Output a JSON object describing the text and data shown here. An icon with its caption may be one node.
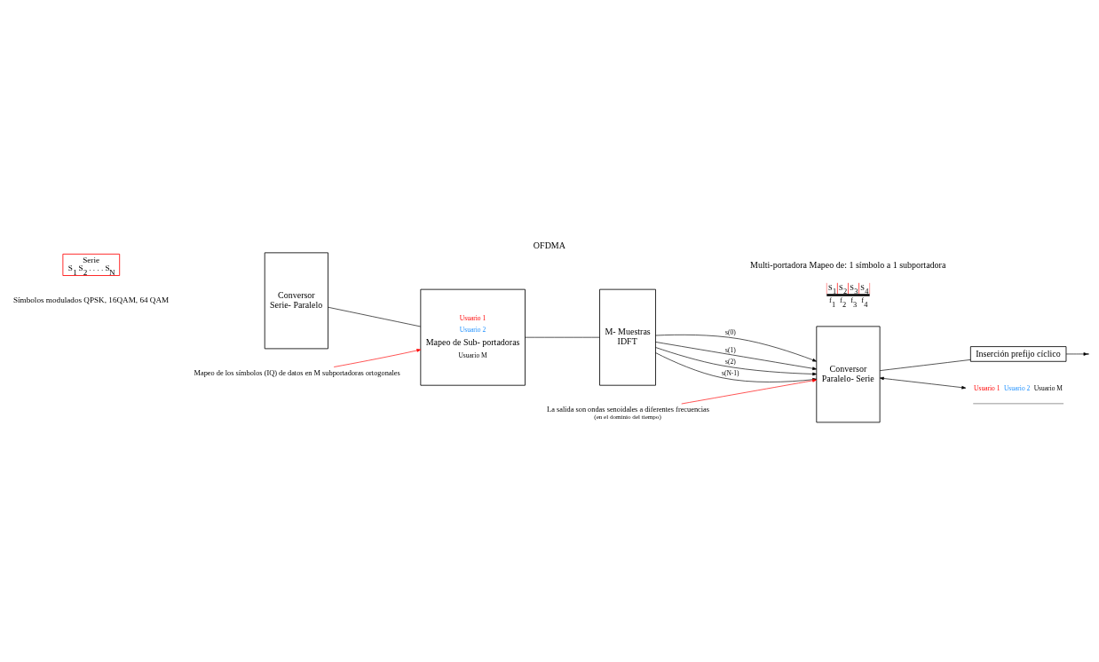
{
  "diagram": {
    "title": "OFDMA",
    "caption": "Multi-portadora Mapeo de: 1 símbolo a 1 subportadora",
    "nodes": [
      {
        "text": [
          "Serie",
          "S$_{1}$ S$_{2}$ . . . . S$_{N}$"
        ]
      },
      {
        "text": [
          "Conversor",
          "Serie- Paralelo"
        ]
      },
      {
        "text": [
          "Usuario 1",
          "Usuario 2",
          "Mapeo de Sub- portadoras",
          "Usuario M"
        ]
      },
      {
        "text": [
          "M- Muestras",
          "IDFT"
        ]
      },
      {
        "text": [
          "Conversor",
          "Paralelo- Serie"
        ]
      },
      {
        "text": [
          "Inserción prefijo cíclico"
        ]
      },
      {
        "text": [
          "Usuario 1",
          "Usuario 2",
          "Usuario M"
        ]
      },
      {
        "text": [
          "Mapeo de los símbolos (IQ) de datos en M subportadoras ortogonales"
        ]
      },
      {
        "text": [
          "La salida son ondas senoidales a diferentes frecuencias",
          "(en el dominio del tiempo)"
        ]
      }
    ],
    "edges": [
      {
        "from": 1,
        "to": 2,
        "arrow": "none"
      },
      {
        "from": 2,
        "to": 3,
        "arrow": "none"
      },
      {
        "from": 3,
        "to": 4,
        "arrow": "to",
        "label": "s(0)"
      },
      {
        "from": 3,
        "to": 4,
        "arrow": "to",
        "label": "s(1)"
      },
      {
        "from": 3,
        "to": 4,
        "arrow": "to",
        "label": "s(2)"
      },
      {
        "from": 3,
        "to": 4,
        "arrow": "to",
        "label": "s(N-1)"
      },
      {
        "from": 4,
        "to": 5,
        "arrow": "none"
      },
      {
        "from": 5,
        "to": null,
        "arrow": "to"
      },
      {
        "from": 4,
        "to": 6,
        "arrow": "both"
      },
      {
        "from": 7,
        "to": 2,
        "arrow": "to",
        "color": "#ff0000"
      },
      {
        "from": 8,
        "to": 4,
        "arrow": "to",
        "color": "#ff0000"
      }
    ],
    "labels": [
      "Símbolos modulados QPSK, 16QAM, 64 QAM",
      "S$_{1}$",
      "S$_{2}$",
      "S$_{3}$",
      "S$_{4}$",
      "f$_{1}$",
      "f$_{2}$",
      "f$_{3}$",
      "f$_{4}$"
    ]
  }
}
